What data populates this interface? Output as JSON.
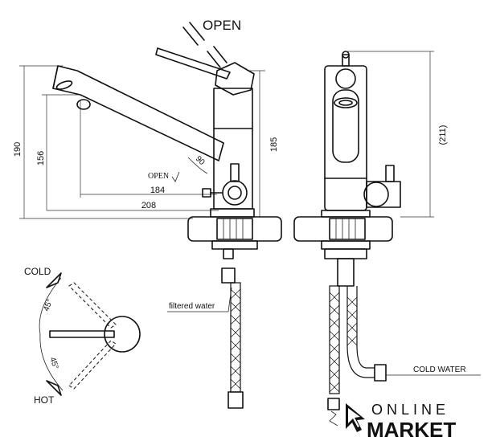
{
  "labels": {
    "open_top": "OPEN",
    "open_arrow": "OPEN",
    "angle_90": "90",
    "dim_190": "190",
    "dim_156": "156",
    "dim_184": "184",
    "dim_208": "208",
    "dim_185": "185",
    "dim_211": "(211)",
    "cold": "COLD",
    "hot": "HOT",
    "angle_45_top": "45°",
    "angle_45_bottom": "45°",
    "filtered_water": "filtered water",
    "cold_water": "COLD WATER"
  },
  "logo": {
    "line1": "ONLINE",
    "line2": "MARKET"
  }
}
